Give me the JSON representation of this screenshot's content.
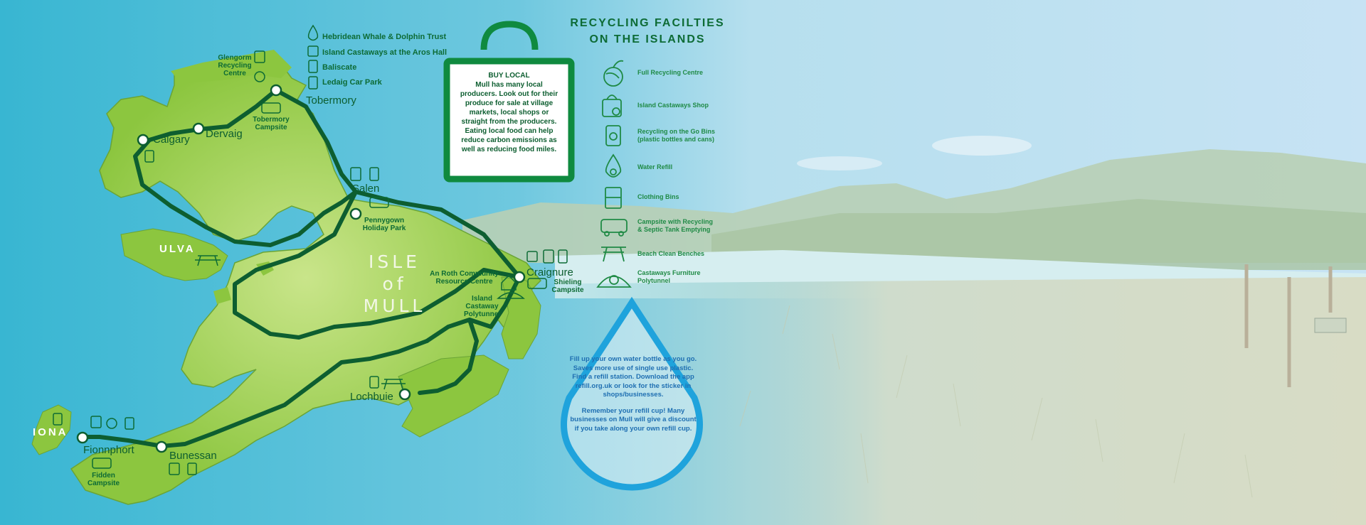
{
  "title": [
    "RECYCLING FACILTIES",
    "ON THE ISLANDS"
  ],
  "legend": [
    {
      "icon": "globe-recycle-icon",
      "label": "Full Recycling Centre"
    },
    {
      "icon": "bag-recycle-icon",
      "label": "Island Castaways Shop"
    },
    {
      "icon": "bin-recycle-icon",
      "label": "Recycling on the Go Bins (plastic bottles and cans)"
    },
    {
      "icon": "water-drop-icon",
      "label": "Water Refill"
    },
    {
      "icon": "clothing-bin-icon",
      "label": "Clothing Bins"
    },
    {
      "icon": "campervan-icon",
      "label": "Campsite with Recycling & Septic Tank Emptying"
    },
    {
      "icon": "bench-icon",
      "label": "Beach Clean Benches"
    },
    {
      "icon": "polytunnel-icon",
      "label": "Castaways Furniture Polytunnel"
    }
  ],
  "tobermory_key": [
    {
      "icon": "water-drop-icon",
      "label": "Hebridean Whale & Dolphin Trust"
    },
    {
      "icon": "bag-recycle-icon",
      "label": "Island Castaways at the Aros Hall"
    },
    {
      "icon": "clothing-bin-icon",
      "label": "Baliscate"
    },
    {
      "icon": "bin-recycle-icon",
      "label": "Ledaig Car Park"
    }
  ],
  "buy_local": {
    "heading": "BUY LOCAL",
    "body": "Mull has many local producers. Look out for their produce for sale at village markets, local shops or straight from the producers. Eating local food can help reduce carbon emissions as well as reducing food miles."
  },
  "refill": {
    "p1": "Fill up your own water bottle as you go. Saves more use of single use plastic. Find a refill station. Download the app refill.org.uk or look for the sticker in shops/businesses.",
    "p2": "Remember your refill cup! Many businesses on Mull will give a discount if you take along your own refill cup."
  },
  "map": {
    "island_name": [
      "ISLE",
      "of",
      "MULL"
    ],
    "islands": [
      "ULVA",
      "IONA"
    ],
    "places": {
      "tobermory": "Tobermory",
      "calgary": "Calgary",
      "dervaig": "Dervaig",
      "salen": "Salen",
      "craignure": "Craignure",
      "lochbuie": "Lochbuie",
      "fionnphort": "Fionnphort",
      "bunessan": "Bunessan"
    },
    "sites": {
      "glengorm": "Glengorm Recycling Centre",
      "tobermory_campsite": "Tobermory Campsite",
      "pennygown": "Pennygown Holiday Park",
      "an_roth": "An Roth Community Resource Centre",
      "polytunnel": "Island Castaway Polytunnel",
      "shieling": "Shieling Campsite",
      "fidden": "Fidden Campsite"
    }
  },
  "colors": {
    "sea": "#3ab8d4",
    "land": "#8cc63f",
    "road": "#0d5e30",
    "brand_green": "#0f8a3f",
    "refill_blue": "#1fa3dc"
  }
}
